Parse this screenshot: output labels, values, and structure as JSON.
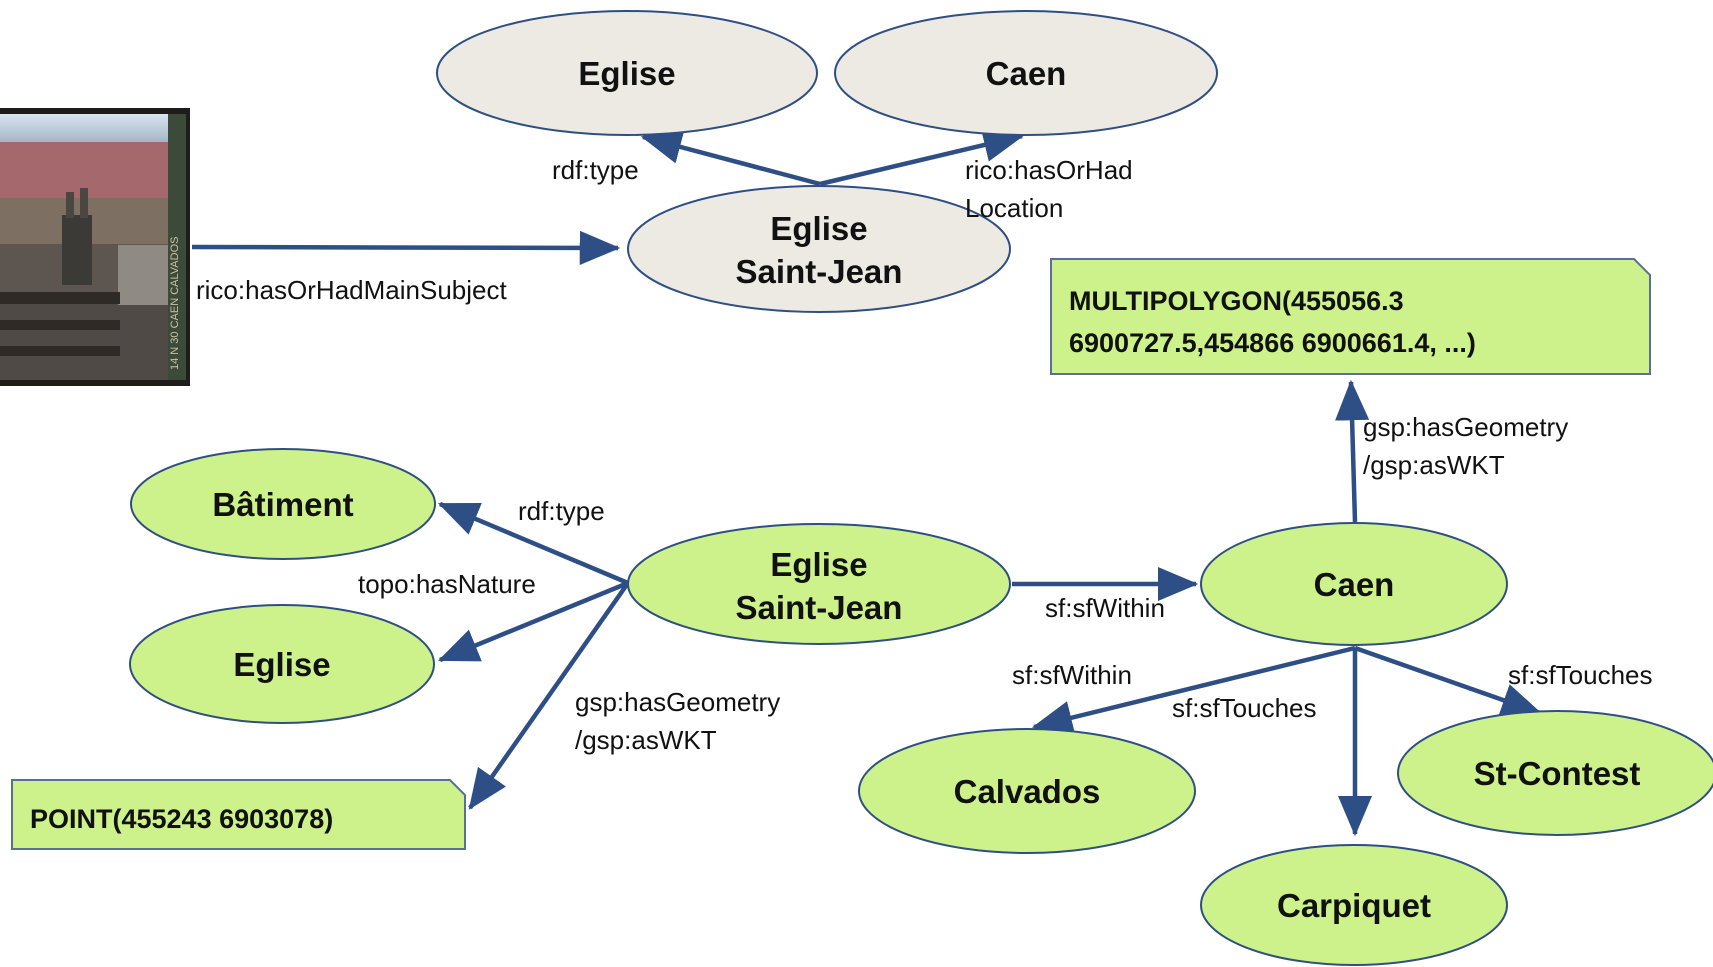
{
  "photo": {
    "label": "photograph of Caen and the Eglise Saint-Jean",
    "side_text": "14 N 30 CAEN CALVADOS"
  },
  "top_graph": {
    "nodes": {
      "eglise_class": "Eglise",
      "caen": "Caen",
      "subject_line1": "Eglise",
      "subject_line2": "Saint-Jean"
    },
    "edges": {
      "main_subject": "rico:hasOrHadMainSubject",
      "type": "rdf:type",
      "location_line1": "rico:hasOrHad",
      "location_line2": "Location"
    }
  },
  "bottom_graph": {
    "nodes": {
      "batiment": "Bâtiment",
      "eglise_nature": "Eglise",
      "saint_jean_line1": "Eglise",
      "saint_jean_line2": "Saint-Jean",
      "caen": "Caen",
      "calvados": "Calvados",
      "carpiquet": "Carpiquet",
      "st_contest": "St-Contest"
    },
    "literals": {
      "point": "POINT(455243 6903078)",
      "multipolygon_line1": "MULTIPOLYGON(455056.3",
      "multipolygon_line2": "6900727.5,454866 6900661.4, ...)"
    },
    "edges": {
      "type": "rdf:type",
      "nature": "topo:hasNature",
      "geometry_line1": "gsp:hasGeometry",
      "geometry_line2": "/gsp:asWKT",
      "within_caen": "sf:sfWithin",
      "caen_geometry_line1": "gsp:hasGeometry",
      "caen_geometry_line2": "/gsp:asWKT",
      "within_calvados": "sf:sfWithin",
      "touches_carpiquet": "sf:sfTouches",
      "touches_st_contest": "sf:sfTouches"
    }
  },
  "colors": {
    "edge": "#2e4f86",
    "gray_node": "#eceae3",
    "green_node": "#cdf28c"
  }
}
